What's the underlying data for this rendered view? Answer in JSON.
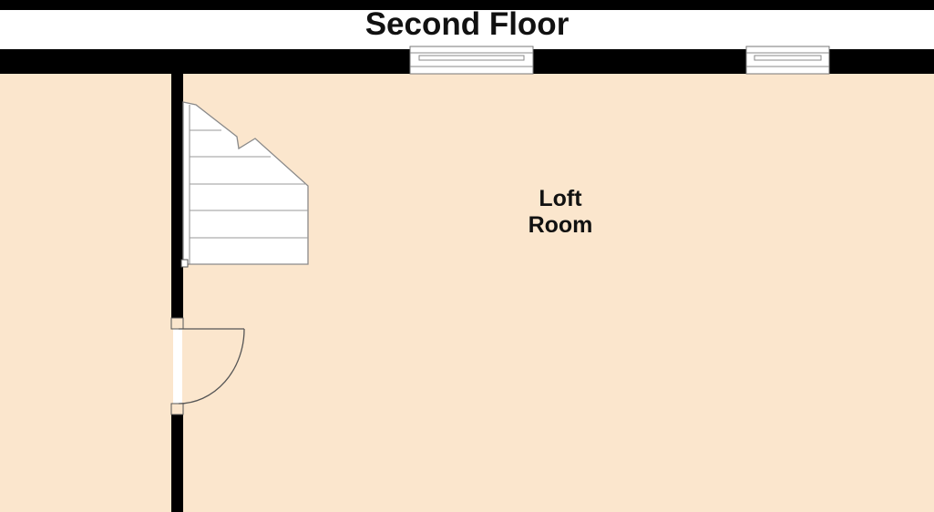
{
  "floor": {
    "title": "Second Floor"
  },
  "rooms": [
    {
      "name_line1": "Loft",
      "name_line2": "Room"
    }
  ],
  "colors": {
    "room_fill": "#fbe6cd",
    "wall": "#000000",
    "background": "#ffffff",
    "stair_fill": "#ffffff",
    "stair_line": "#9a9a9a"
  }
}
